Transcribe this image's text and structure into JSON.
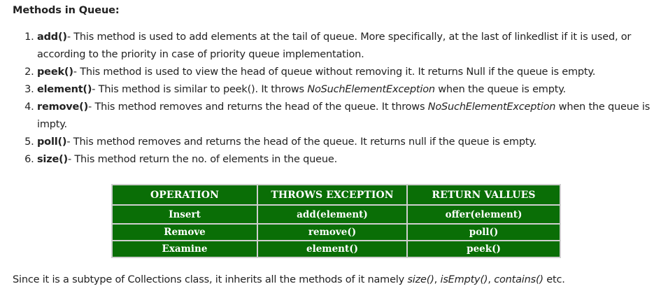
{
  "heading": "Methods in Queue:",
  "methods": [
    {
      "name": "add()",
      "parts": [
        "- This method is used to add elements at the tail of queue. More specifically, at the last of linkedlist if it is used, or according to the priority in case of priority queue implementation."
      ]
    },
    {
      "name": "peek()",
      "parts": [
        "- This method is used to view the head of queue without removing it. It returns Null if the queue is empty."
      ]
    },
    {
      "name": "element()",
      "parts": [
        "- This method is similar to peek(). It throws ",
        " when the queue is empty."
      ],
      "exception": "NoSuchElementException"
    },
    {
      "name": "remove()",
      "parts": [
        "- This method removes and returns the head of the queue. It throws ",
        " when the queue is impty."
      ],
      "exception": "NoSuchElementException"
    },
    {
      "name": "poll()",
      "parts": [
        "- This method removes and returns the head of the queue. It returns null if the queue is empty."
      ]
    },
    {
      "name": "size()",
      "parts": [
        "- This method return the no. of elements in the queue."
      ]
    }
  ],
  "table": {
    "headers": [
      "OPERATION",
      "THROWS EXCEPTION",
      "RETURN VALLUES"
    ],
    "rows": [
      [
        "Insert",
        "add(element)",
        "offer(element)"
      ],
      [
        "Remove",
        "remove()",
        "poll()"
      ],
      [
        "Examine",
        "element()",
        "peek()"
      ]
    ],
    "colors": {
      "cell_bg": "#0a6e06",
      "text": "#ffffff"
    }
  },
  "footer": {
    "text": "Since it is a subtype of Collections class, it inherits all the methods of it namely ",
    "m1": "size()",
    "sep1": ", ",
    "m2": "isEmpty()",
    "sep2": ", ",
    "m3": "contains()",
    "end": " etc."
  }
}
